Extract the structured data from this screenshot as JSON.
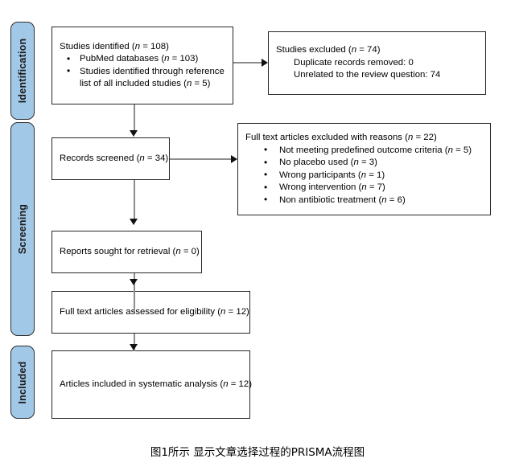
{
  "figure": {
    "caption": "图1所示  显示文章选择过程的PRISMA流程图",
    "accent_color": "#a2c8e8",
    "box_border_color": "#262626",
    "connector_color": "#8c8c8c"
  },
  "stages": [
    {
      "id": "identification",
      "label": "Identification"
    },
    {
      "id": "screening",
      "label": "Screening"
    },
    {
      "id": "included",
      "label": "Included"
    }
  ],
  "boxes": {
    "identified": {
      "title": "Studies identified (n = 108)",
      "title_prefix": "Studies identified (",
      "title_suffix": " = 108)",
      "bullets": [
        "PubMed databases (n = 103)",
        "Studies identified through reference list of all included studies (n = 5)"
      ]
    },
    "studies_excluded": {
      "title": "Studies excluded (n = 74)",
      "lines": [
        "Duplicate records removed: 0",
        "Unrelated to the review question: 74"
      ]
    },
    "records_screened": {
      "title": "Records screened (n = 34)"
    },
    "fulltext_excluded": {
      "title": "Full text articles excluded with reasons (n = 22)",
      "bullets": [
        "Not meeting predefined outcome criteria (n = 5)",
        "No placebo used (n = 3)",
        "Wrong participants (n = 1)",
        "Wrong intervention (n = 7)",
        "Non antibiotic treatment (n = 6)"
      ]
    },
    "reports_sought": {
      "title": "Reports sought for retrieval (n = 0)"
    },
    "fulltext_assessed": {
      "title": "Full text articles assessed for eligibility (n = 12)"
    },
    "articles_included": {
      "title": "Articles included in systematic analysis (n = 12)"
    }
  },
  "counts": {
    "identified_total": 108,
    "pubmed": 103,
    "reference_list": 5,
    "excluded_total": 74,
    "duplicates_removed": 0,
    "unrelated": 74,
    "records_screened": 34,
    "fulltext_excluded_total": 22,
    "not_meeting_criteria": 5,
    "no_placebo": 3,
    "wrong_participants": 1,
    "wrong_intervention": 7,
    "non_antibiotic": 6,
    "reports_sought": 0,
    "fulltext_assessed": 12,
    "articles_included": 12
  }
}
